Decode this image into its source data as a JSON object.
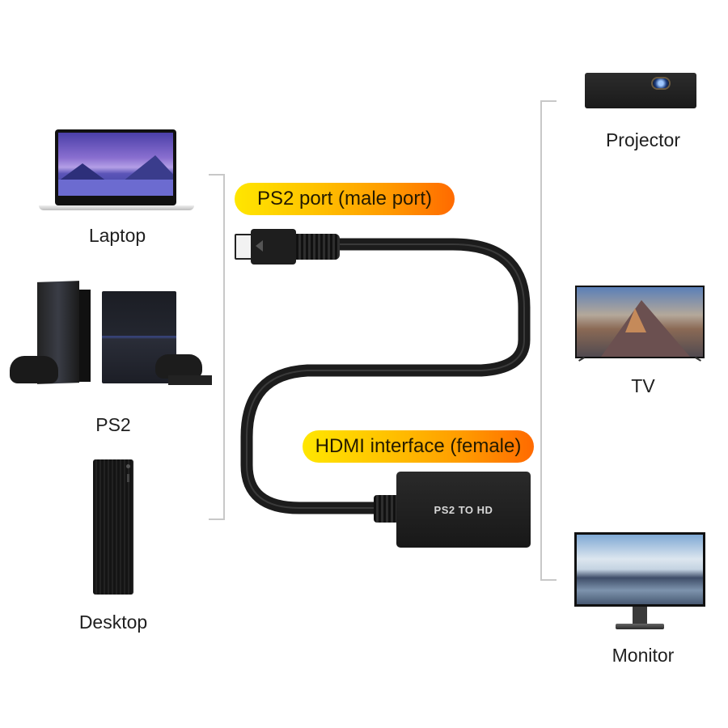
{
  "sources": [
    {
      "id": "laptop",
      "label": "Laptop"
    },
    {
      "id": "ps2",
      "label": "PS2"
    },
    {
      "id": "desktop",
      "label": "Desktop"
    }
  ],
  "displays": [
    {
      "id": "projector",
      "label": "Projector"
    },
    {
      "id": "tv",
      "label": "TV"
    },
    {
      "id": "monitor",
      "label": "Monitor"
    }
  ],
  "callouts": {
    "ps2_port": "PS2 port (male port)",
    "hdmi_interface": "HDMI interface (female)"
  },
  "adapter": {
    "body_text": "PS2 TO HD"
  },
  "colors": {
    "pill_start": "#ffe600",
    "pill_end": "#ff6a00",
    "bracket": "#c8c8c8",
    "cable": "#1c1c1c"
  }
}
